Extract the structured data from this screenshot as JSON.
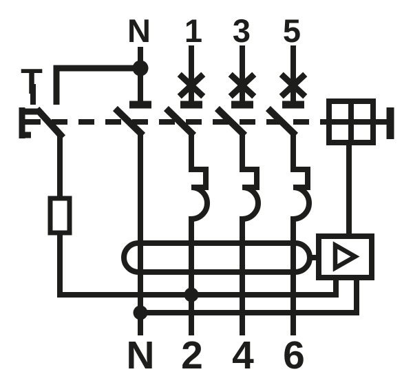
{
  "schematic": {
    "labels": {
      "test_button": "T",
      "top_terminals": [
        "N",
        "1",
        "3",
        "5"
      ],
      "bottom_terminals": [
        "N",
        "2",
        "4",
        "6"
      ]
    },
    "colors": {
      "line": "#1d1d1b",
      "background": "#ffffff"
    }
  }
}
